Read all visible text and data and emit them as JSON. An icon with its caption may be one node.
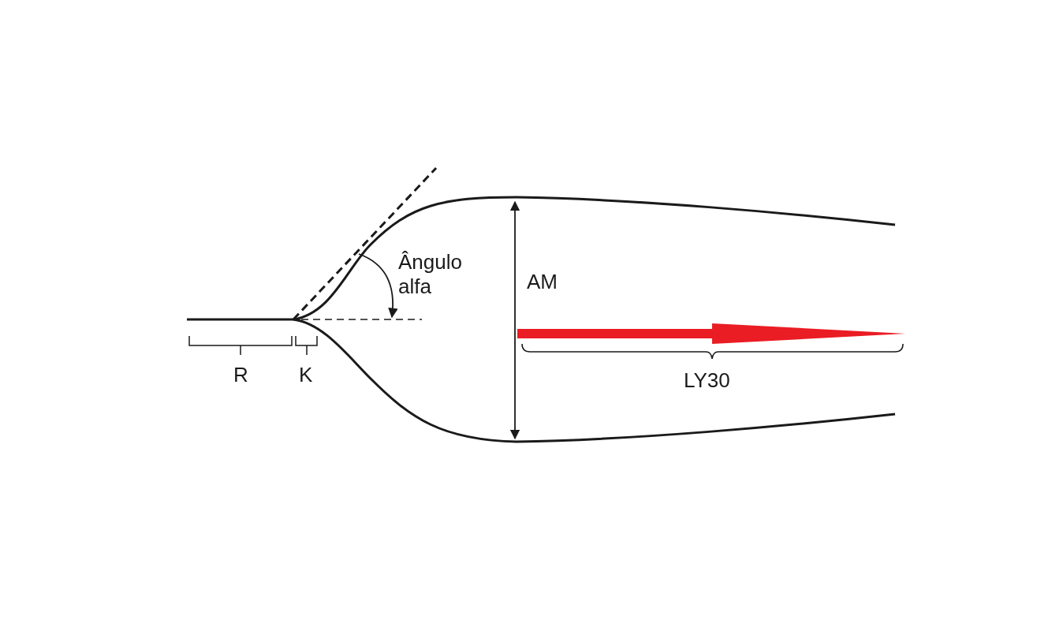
{
  "diagram": {
    "labels": [
      "Ângulo alfa",
      "AM",
      "R",
      "K",
      "LY30"
    ]
  }
}
